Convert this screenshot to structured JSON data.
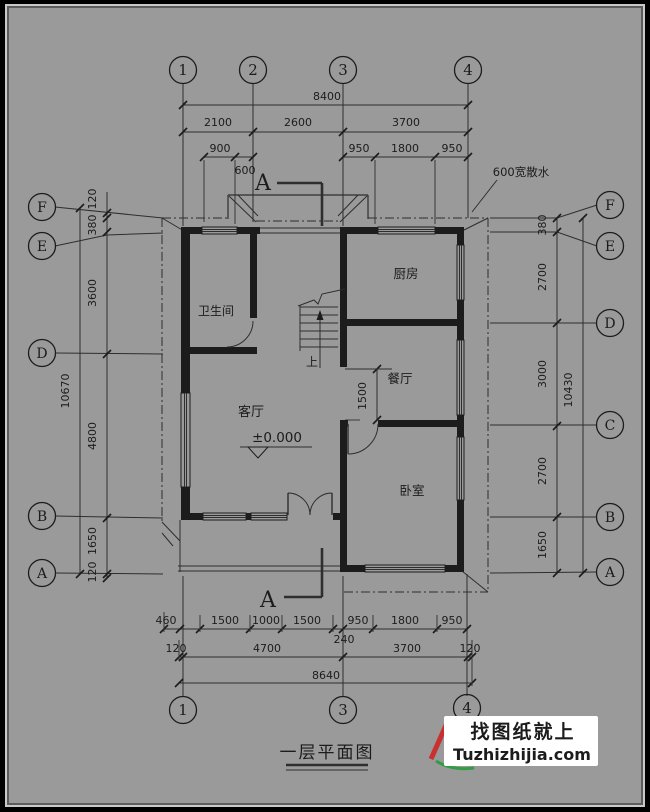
{
  "drawing": {
    "title": "一层平面图",
    "annotations": {
      "section_label": "A",
      "elevation": "±0.000",
      "apron_note": "600宽散水",
      "stairs_up": "上"
    },
    "rooms": {
      "bathroom": "卫生间",
      "kitchen": "厨房",
      "living": "客厅",
      "dining": "餐厅",
      "bedroom": "卧室"
    },
    "grid": {
      "cols": [
        "1",
        "2",
        "3",
        "4"
      ],
      "rows": [
        "A",
        "B",
        "C",
        "D",
        "E",
        "F"
      ]
    },
    "dims": {
      "top": {
        "total": "8400",
        "spans": [
          "2100",
          "2600",
          "3700"
        ],
        "sub_left": [
          "900",
          "600"
        ],
        "sub_right": [
          "950",
          "1800",
          "950"
        ]
      },
      "bottom": {
        "row1": [
          "460",
          "1500",
          "1000",
          "1500",
          "950",
          "1800",
          "950"
        ],
        "wall": "240",
        "row2": [
          "120",
          "4700",
          "3700",
          "120"
        ],
        "total": "8640"
      },
      "left": {
        "segs": [
          "120",
          "380",
          "3600",
          "4800",
          "1650",
          "120"
        ],
        "total": "10670"
      },
      "right": {
        "segs": [
          "380",
          "2700",
          "3000",
          "2700",
          "1650"
        ],
        "total": "10430"
      },
      "inner": {
        "dining_opening": "1500"
      }
    }
  },
  "watermark": {
    "line1": "找图纸就上",
    "line2": "Tuzhizhijia.com",
    "brand_color": "#2637c4"
  },
  "colors": {
    "paper": "#9a9a9a",
    "ink": "#1c1c1c",
    "watermark_bg": "#ffffff"
  }
}
